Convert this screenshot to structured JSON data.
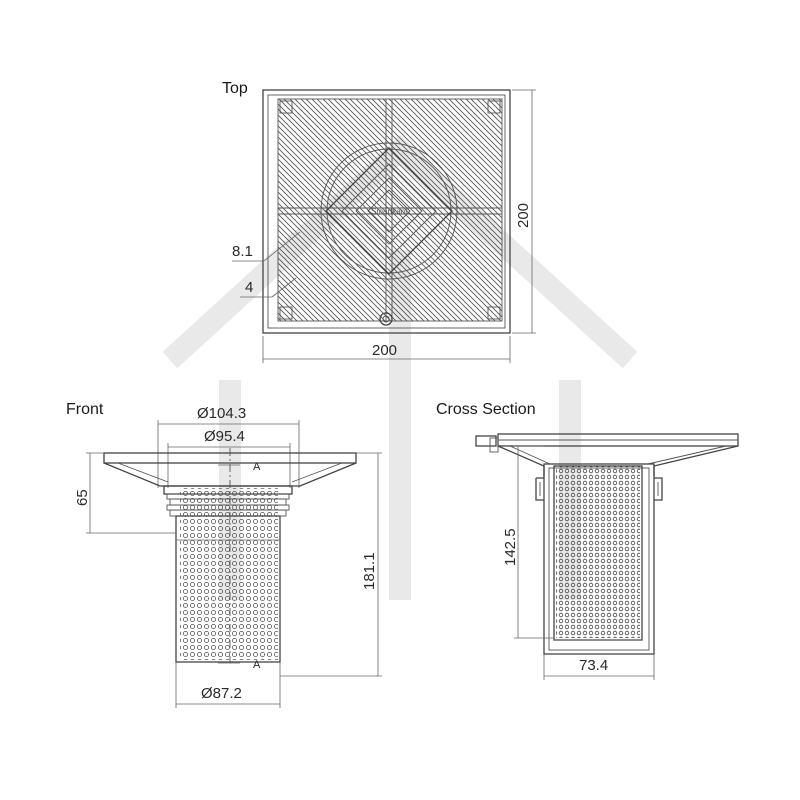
{
  "views": {
    "top": {
      "title": "Top",
      "dim_width": "200",
      "dim_height": "200",
      "dim_a": "8.1",
      "dim_b": "4",
      "logo_text": "Smartkant"
    },
    "front": {
      "title": "Front",
      "dim_d1": "Ø104.3",
      "dim_d2": "Ø95.4",
      "dim_h1": "65",
      "dim_h2": "181.1",
      "dim_d3": "Ø87.2",
      "section_mark": "A"
    },
    "cross": {
      "title": "Cross Section",
      "dim_h": "142.5",
      "dim_w": "73.4"
    }
  },
  "colors": {
    "line": "#444444",
    "watermark": "#e9e9e9"
  }
}
